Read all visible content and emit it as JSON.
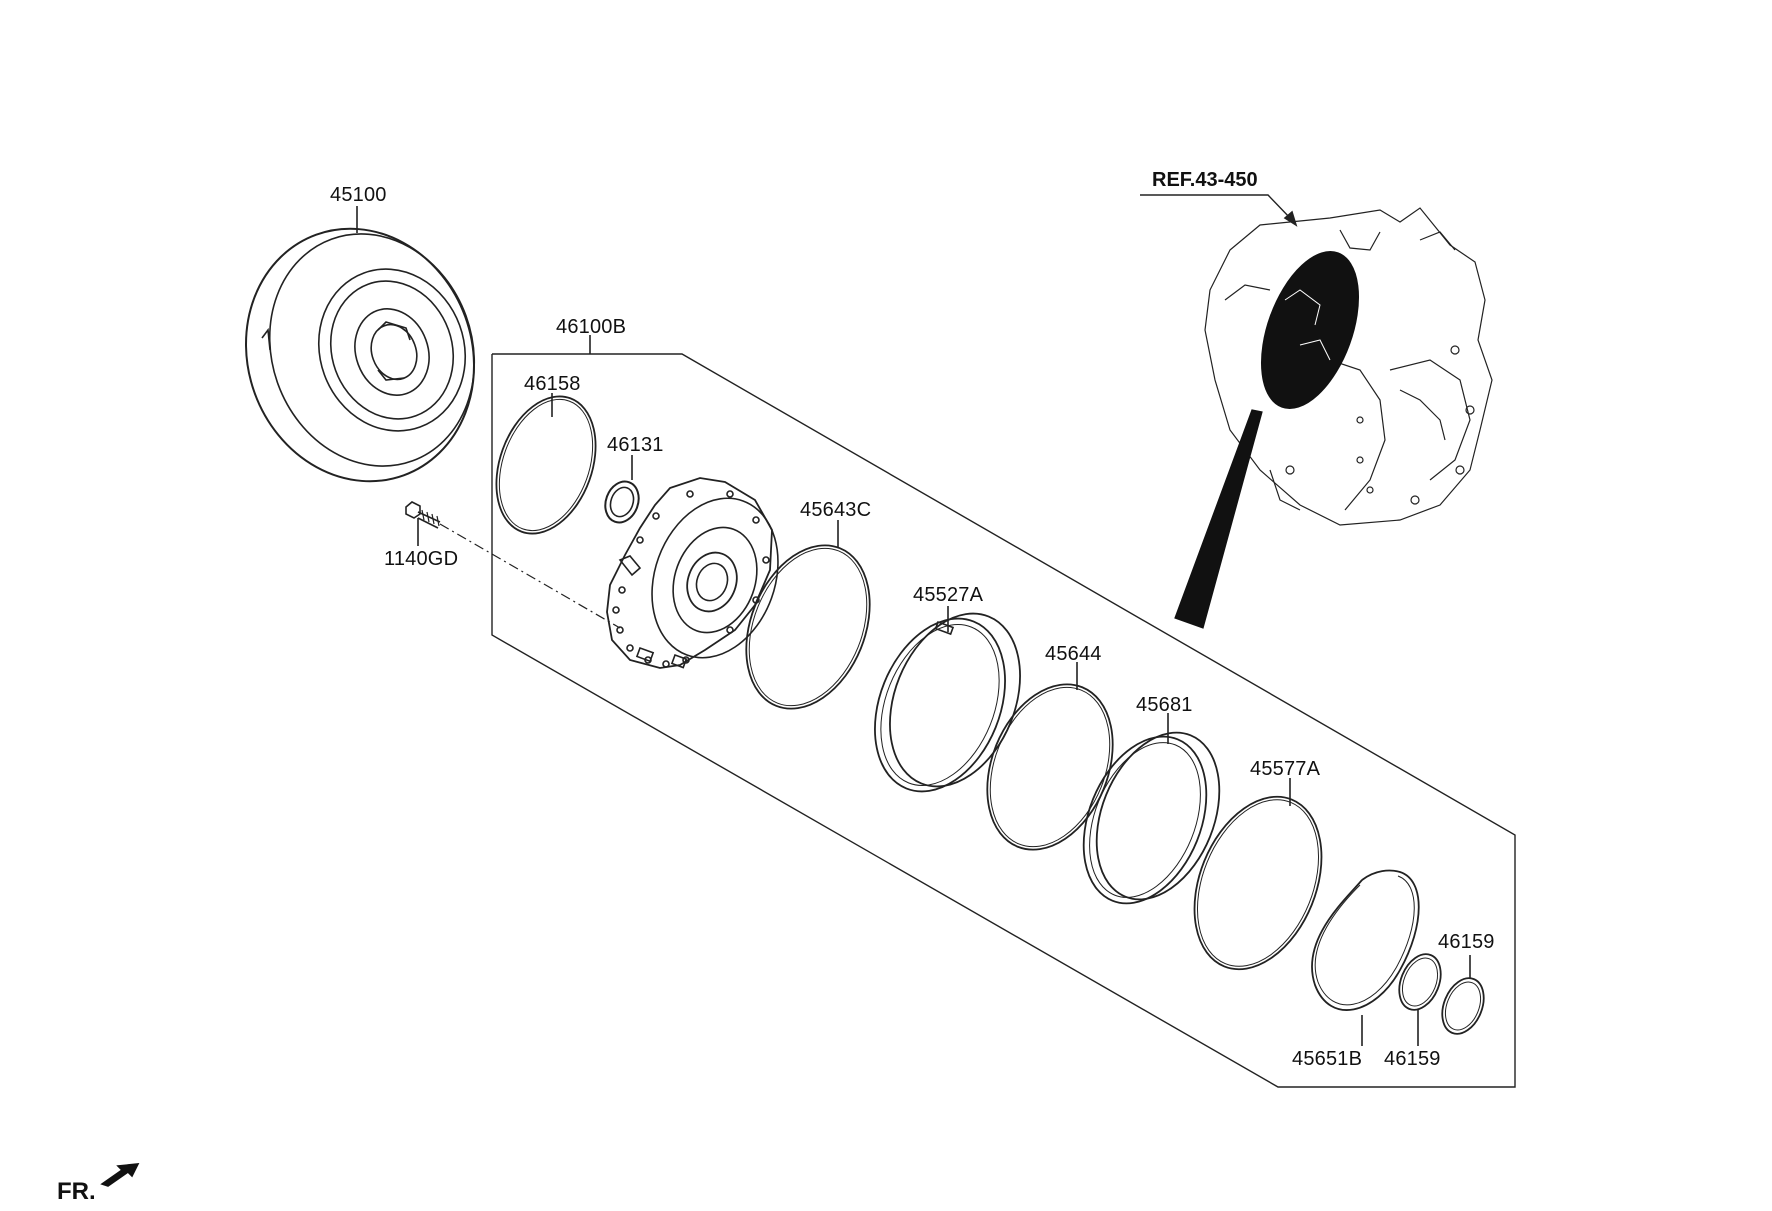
{
  "reference": {
    "label": "REF.43-450"
  },
  "direction": {
    "label": "FR."
  },
  "parts": [
    {
      "id": "p1",
      "number": "45100"
    },
    {
      "id": "p2",
      "number": "1140GD"
    },
    {
      "id": "p3",
      "number": "46100B"
    },
    {
      "id": "p4",
      "number": "46158"
    },
    {
      "id": "p5",
      "number": "46131"
    },
    {
      "id": "p6",
      "number": "45643C"
    },
    {
      "id": "p7",
      "number": "45527A"
    },
    {
      "id": "p8",
      "number": "45644"
    },
    {
      "id": "p9",
      "number": "45681"
    },
    {
      "id": "p10",
      "number": "45577A"
    },
    {
      "id": "p11",
      "number": "46159"
    },
    {
      "id": "p12",
      "number": "45651B"
    },
    {
      "id": "p13",
      "number": "46159"
    }
  ],
  "icons": {
    "front_arrow": "arrow-icon",
    "transmission": "transmission-assembly-icon"
  }
}
